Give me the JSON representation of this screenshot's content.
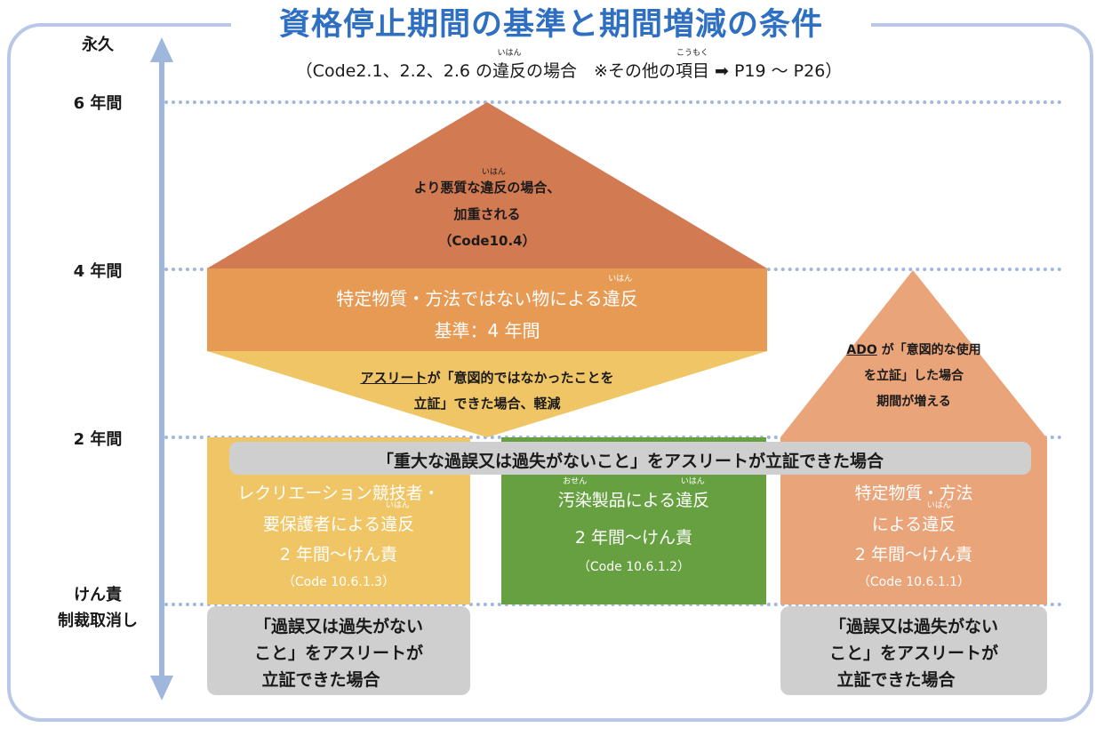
{
  "title": "資格停止期間の基準と期間増減の条件",
  "subtitle": {
    "before": "（Code2.1、2.2、2.6 の",
    "ihan_word": "違反",
    "ihan_ruby": "いはん",
    "middle": "の場合　※その他の",
    "komoku_word": "項目",
    "komoku_ruby": "こうもく",
    "after": " ➡ P19 ～ P26）"
  },
  "axis": {
    "labels": [
      "永久",
      "6 年間",
      "4 年間",
      "2 年間",
      "けん責",
      "制裁取消し"
    ]
  },
  "top_triangle": {
    "line1_pre": "より悪質な",
    "line1_word": "違反",
    "line1_ruby": "いはん",
    "line1_post": "の場合、",
    "line2": "加重される",
    "line3": "（Code10.4）"
  },
  "orange_band": {
    "line1_pre": "特定物質・方法ではない物による",
    "line1_word": "違反",
    "line1_ruby": "いはん",
    "line2": "基準：4 年間"
  },
  "yellow_triangle": {
    "line1_underlined": "アスリート",
    "line1_rest": "が「意図的ではなかったことを",
    "line2": "立証」できた場合、軽減"
  },
  "right_triangle": {
    "line1_underlined": "ADO",
    "line1_rest": " が「意図的な使用",
    "line2": "を立証」した場合",
    "line3": "期間が増える"
  },
  "common_bar": "「重大な過誤又は過失がないこと」をアスリートが立証できた場合",
  "col_left": {
    "line1": "レクリエーション競技者・",
    "line2_pre": "要保護者による",
    "line2_word": "違反",
    "line2_ruby": "いはん",
    "line3": "2 年間～けん責",
    "line4": "（Code 10.6.1.3）"
  },
  "col_middle": {
    "line1_word1": "汚染",
    "line1_ruby1": "おせん",
    "line1_mid": "製品による",
    "line1_word2": "違反",
    "line1_ruby2": "いはん",
    "line2": "2 年間～けん責",
    "line3": "（Code 10.6.1.2）"
  },
  "col_right": {
    "line1": "特定物質・方法",
    "line2_pre": "による",
    "line2_word": "違反",
    "line2_ruby": "いはん",
    "line3": "2 年間～けん責",
    "line4": "（Code 10.6.1.1）"
  },
  "bottom_left": {
    "line1": "「過誤又は過失がない",
    "line2": "こと」をアスリートが",
    "line3": "立証できた場合"
  },
  "bottom_right": {
    "line1": "「過誤又は過失がない",
    "line2": "こと」をアスリートが",
    "line3": "立証できた場合"
  },
  "colors": {
    "title_blue": "#2f6fc1",
    "frame": "#b9c8e6",
    "gridline": "#9fb6dd",
    "dark_orange": "#d27a52",
    "orange": "#e79a53",
    "yellow": "#efc565",
    "green": "#66a040",
    "salmon": "#eaa479",
    "gray": "#cfcfcf"
  }
}
